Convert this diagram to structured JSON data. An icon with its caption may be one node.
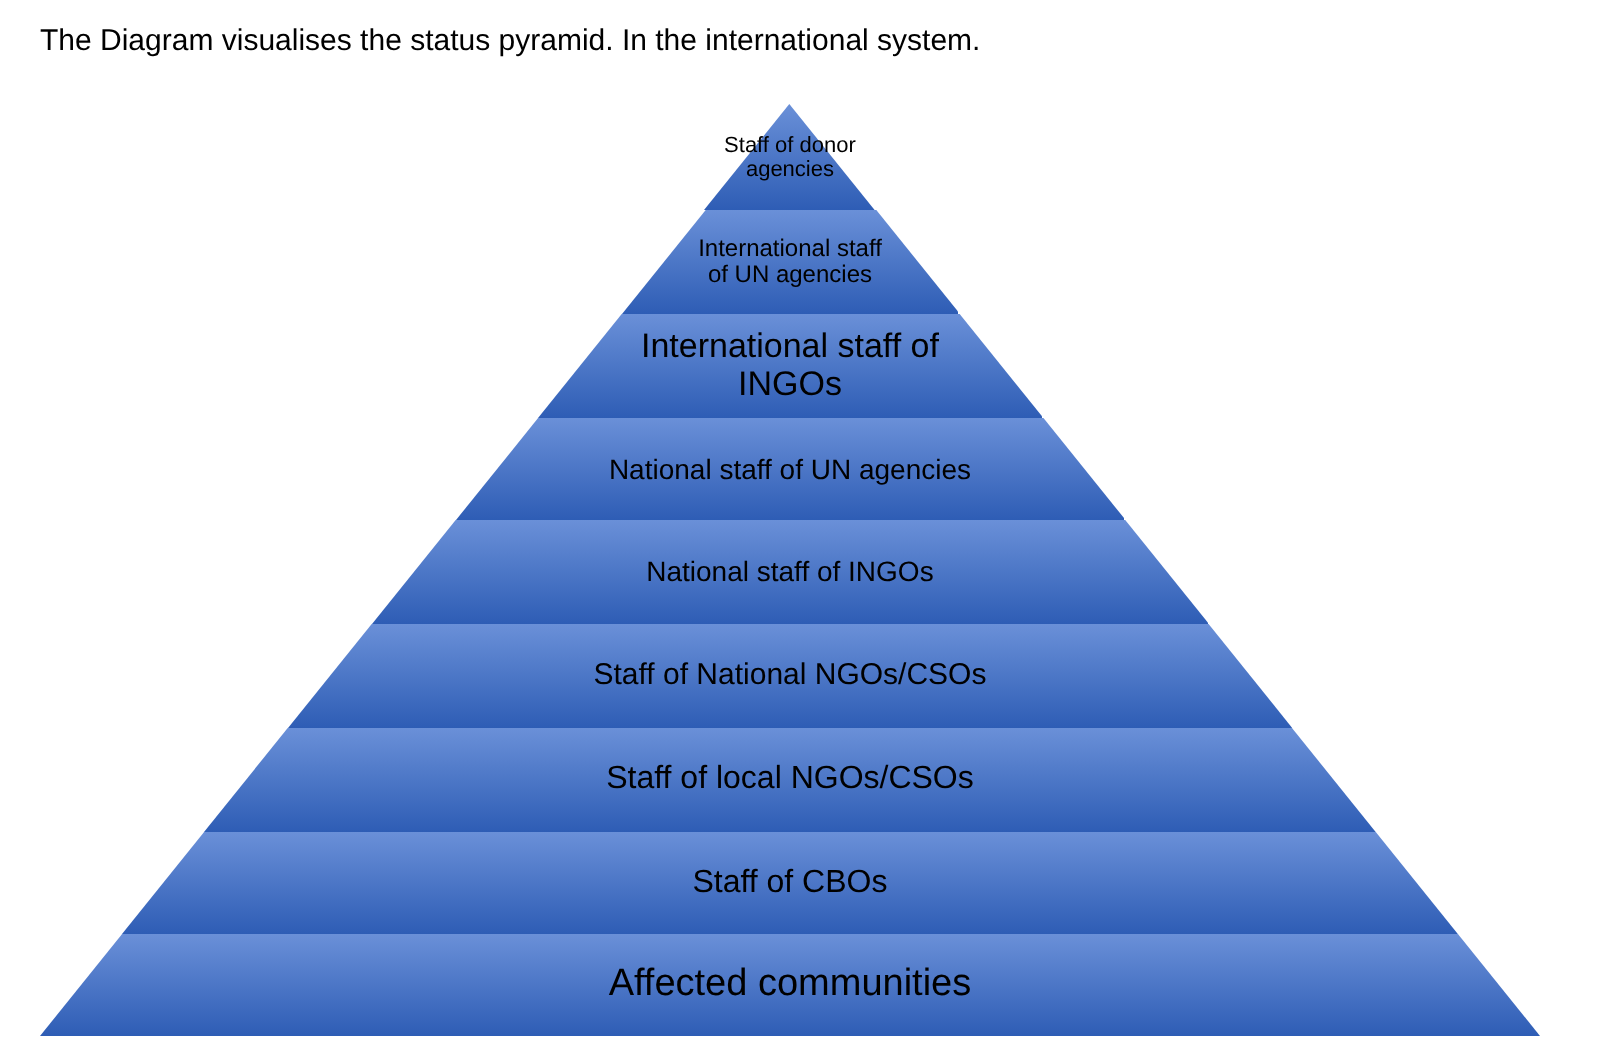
{
  "diagram": {
    "title": "The Diagram visualises the status pyramid. In the international system.",
    "nodes": [
      {
        "text": [
          "Staff of donor agencies"
        ]
      },
      {
        "text": [
          "International staff of UN agencies"
        ]
      },
      {
        "text": [
          "International staff of INGOs"
        ]
      },
      {
        "text": [
          "National staff of UN agencies"
        ]
      },
      {
        "text": [
          "National staff of INGOs"
        ]
      },
      {
        "text": [
          "Staff of National NGOs/CSOs"
        ]
      },
      {
        "text": [
          "Staff of local NGOs/CSOs"
        ]
      },
      {
        "text": [
          "Staff of CBOs"
        ]
      },
      {
        "text": [
          "Affected communities"
        ]
      }
    ]
  }
}
